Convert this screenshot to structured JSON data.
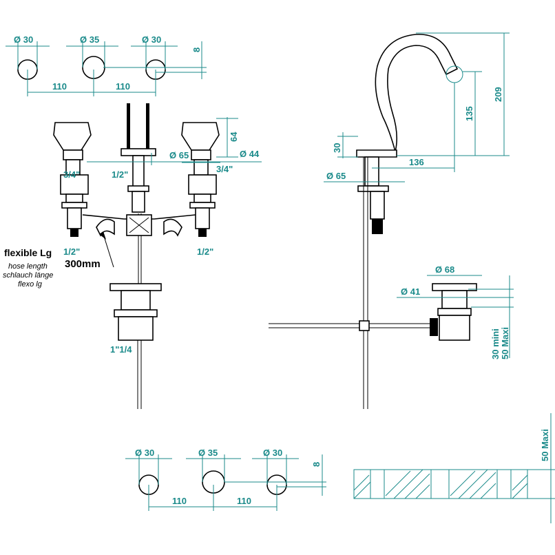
{
  "top_left_plan": {
    "d1": "Ø 30",
    "d2": "Ø 35",
    "d3": "Ø 30",
    "spacing1": "110",
    "spacing2": "110",
    "height": "8"
  },
  "front_view": {
    "left_thread": "3/4\"",
    "center_thread": "1/2\"",
    "right_thread": "3/4\"",
    "dia_base": "Ø 65",
    "dia_handle": "Ø 44",
    "handle_height": "64",
    "left_outlet": "1/2\"",
    "right_outlet": "1/2\"",
    "waste_thread": "1\"1/4"
  },
  "hose_note": {
    "title": "flexible Lg",
    "line1": "hose length",
    "line2": "schlauch länge",
    "line3": "flexo lg",
    "length": "300mm"
  },
  "side_view": {
    "total_height": "209",
    "spout_height": "135",
    "reach": "136",
    "base_height": "30",
    "base_dia": "Ø 65"
  },
  "waste_view": {
    "dia_top": "Ø 68",
    "dia_body": "Ø 41",
    "min": "30 mini",
    "max": "50 Maxi"
  },
  "bottom_plan": {
    "d1": "Ø 30",
    "d2": "Ø 35",
    "d3": "Ø 30",
    "spacing1": "110",
    "spacing2": "110",
    "height": "8",
    "deck_max": "50 Maxi"
  }
}
